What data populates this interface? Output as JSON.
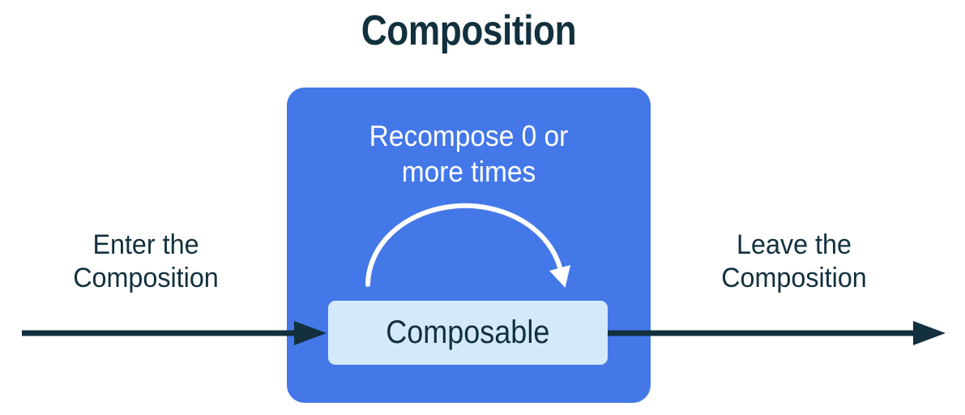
{
  "title": "Composition",
  "labels": {
    "enter": {
      "line1": "Enter the",
      "line2": "Composition"
    },
    "leave": {
      "line1": "Leave the",
      "line2": "Composition"
    },
    "recompose": {
      "line1": "Recompose 0 or",
      "line2": "more times"
    },
    "composable": "Composable"
  },
  "icons": {
    "enter_arrow": "right-arrow",
    "leave_arrow": "right-arrow",
    "recompose_arc": "loop-arrow"
  },
  "colors": {
    "blue": "#4478E8",
    "light": "#D4EAFB",
    "ink": "#12303E",
    "white": "#FFFFFF"
  }
}
